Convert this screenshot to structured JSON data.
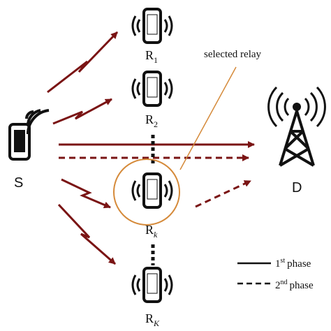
{
  "colors": {
    "arrow": "#7a1414",
    "highlight": "#d58a3a",
    "ink": "#111111",
    "background": "#ffffff"
  },
  "nodes": {
    "source": {
      "label": "S",
      "icon": "smartphone-broadcast-icon"
    },
    "destination": {
      "label": "D",
      "icon": "cell-tower-icon"
    },
    "relays": [
      {
        "label": "R",
        "sub": "1",
        "icon": "smartphone-vibrate-icon"
      },
      {
        "label": "R",
        "sub": "2",
        "icon": "smartphone-vibrate-icon"
      },
      {
        "label": "R",
        "sub": "k",
        "icon": "smartphone-vibrate-icon"
      },
      {
        "label": "R",
        "sub": "K",
        "icon": "smartphone-vibrate-icon"
      }
    ]
  },
  "annotation": {
    "selected_relay": "selected relay"
  },
  "legend": {
    "items": [
      {
        "style": "solid",
        "base": "1",
        "sup": "st",
        "text": "phase"
      },
      {
        "style": "dashed",
        "base": "2",
        "sup": "nd",
        "text": "phase"
      }
    ]
  }
}
